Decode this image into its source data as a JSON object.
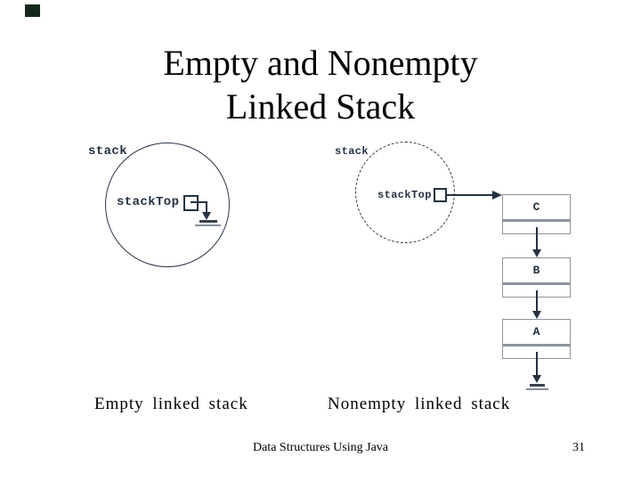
{
  "slide": {
    "title_line1": "Empty and Nonempty",
    "title_line2": "Linked Stack",
    "footer": "Data Structures Using Java",
    "page_number": "31"
  },
  "left_diagram": {
    "outer_label": "stack",
    "pointer_label": "stackTop",
    "caption": "Empty linked stack"
  },
  "right_diagram": {
    "outer_label": "stack",
    "pointer_label": "stackTop",
    "caption": "Nonempty linked stack",
    "nodes": [
      {
        "label": "C"
      },
      {
        "label": "B"
      },
      {
        "label": "A"
      }
    ]
  },
  "icons": {
    "down_arrowhead": "filled-triangle-down",
    "right_arrowhead": "filled-triangle-right",
    "ground": "ground-symbol"
  },
  "colors": {
    "diagram_line": "#243140",
    "node_border": "#8d939c",
    "ground_gray": "#868f99",
    "text": "#000000",
    "corner_mark": "#14291c"
  }
}
